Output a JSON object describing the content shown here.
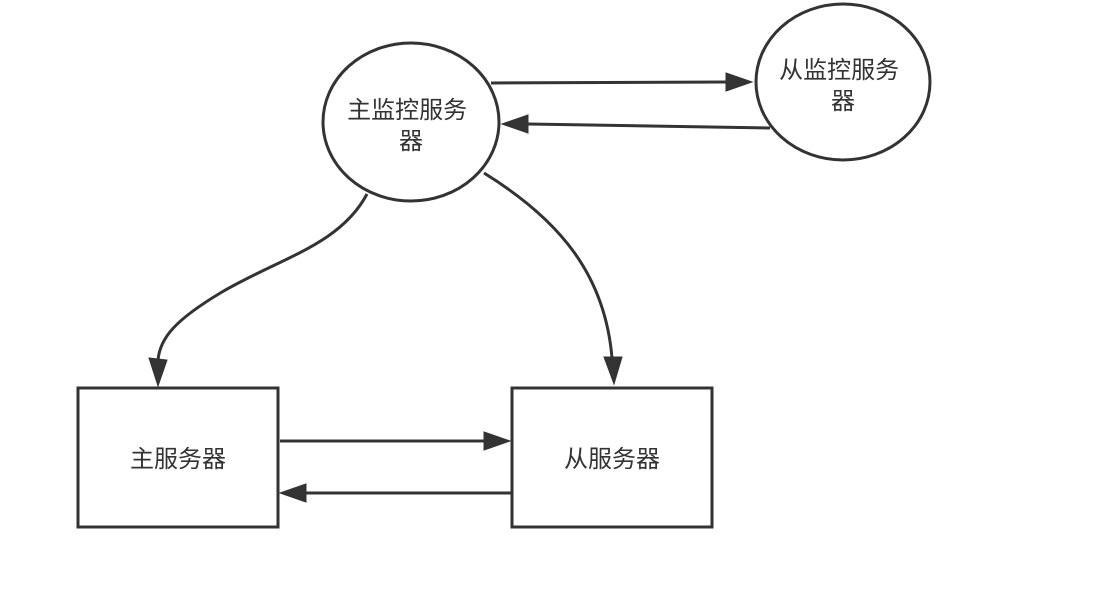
{
  "diagram": {
    "colors": {
      "stroke": "#333333",
      "fill": "#ffffff",
      "text": "#333333",
      "background": "#ffffff"
    },
    "nodes": {
      "master_monitor": {
        "shape": "ellipse",
        "label_lines": [
          "主监控服务",
          "器"
        ]
      },
      "slave_monitor": {
        "shape": "ellipse",
        "label_lines": [
          "从监控服务",
          "器"
        ]
      },
      "master_server": {
        "shape": "rectangle",
        "label_lines": [
          "主服务器"
        ]
      },
      "slave_server": {
        "shape": "rectangle",
        "label_lines": [
          "从服务器"
        ]
      }
    },
    "edges": [
      {
        "from": "master_monitor",
        "to": "slave_monitor"
      },
      {
        "from": "slave_monitor",
        "to": "master_monitor"
      },
      {
        "from": "master_monitor",
        "to": "master_server"
      },
      {
        "from": "master_monitor",
        "to": "slave_server"
      },
      {
        "from": "master_server",
        "to": "slave_server"
      },
      {
        "from": "slave_server",
        "to": "master_server"
      }
    ]
  }
}
